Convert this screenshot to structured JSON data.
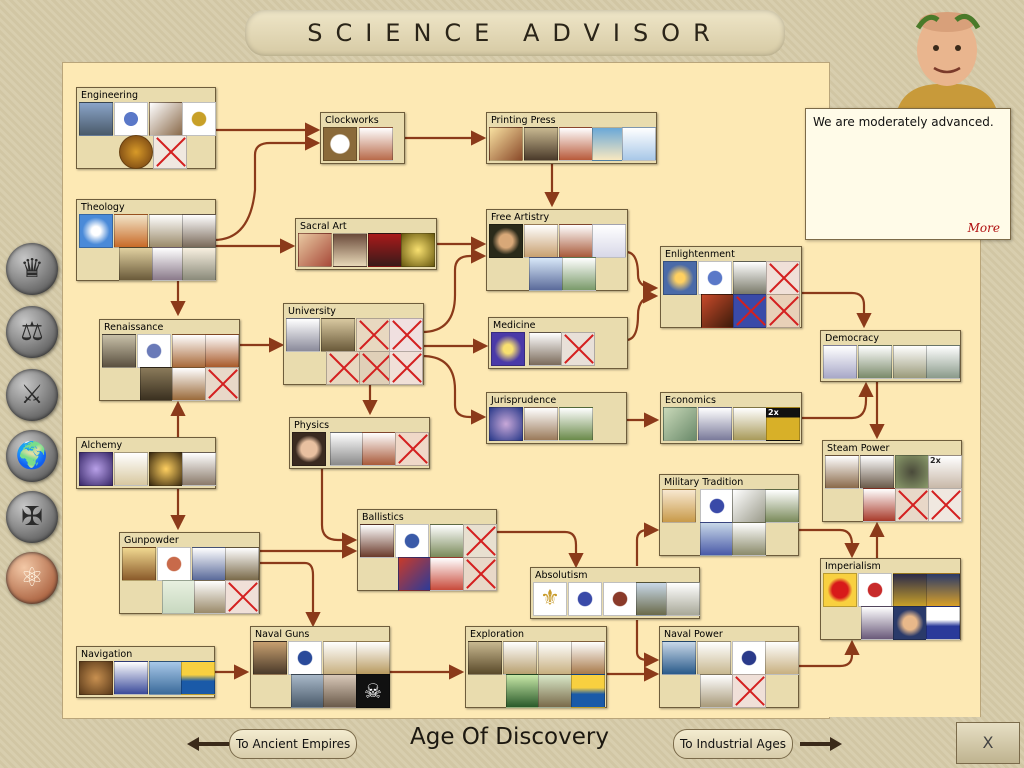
{
  "window": {
    "title": "SCIENCE ADVISOR",
    "era_label": "Age Of Discovery",
    "prev_era_button": "To Ancient Empires",
    "next_era_button": "To Industrial Ages",
    "close_label": "X"
  },
  "advisor": {
    "message": "We are moderately advanced.",
    "more_label": "More"
  },
  "advisor_tabs": [
    {
      "icon": "crown-icon",
      "glyph": "♛"
    },
    {
      "icon": "scales-icon",
      "glyph": "⚖"
    },
    {
      "icon": "crossed-swords-icon",
      "glyph": "⚔"
    },
    {
      "icon": "globe-icon",
      "glyph": "🌍"
    },
    {
      "icon": "celtic-cross-icon",
      "glyph": "✠"
    },
    {
      "icon": "atom-icon",
      "glyph": "⚛"
    }
  ],
  "techs": {
    "engineering": "Engineering",
    "theology": "Theology",
    "renaissance": "Renaissance",
    "alchemy": "Alchemy",
    "gunpowder": "Gunpowder",
    "navigation": "Navigation",
    "clockworks": "Clockworks",
    "sacral_art": "Sacral Art",
    "university": "University",
    "physics": "Physics",
    "ballistics": "Ballistics",
    "naval_guns": "Naval Guns",
    "printing_press": "Printing Press",
    "free_artistry": "Free Artistry",
    "medicine": "Medicine",
    "jurisprudence": "Jurisprudence",
    "absolutism": "Absolutism",
    "exploration": "Exploration",
    "enlightenment": "Enlightenment",
    "economics": "Economics",
    "military_tradition": "Military Tradition",
    "naval_power": "Naval Power",
    "democracy": "Democracy",
    "steam_power": "Steam Power",
    "imperialism": "Imperialism"
  },
  "badges": {
    "economics_2x": "2x",
    "steam_2x": "2x"
  },
  "colors": {
    "arrow": "#8b3a1a",
    "board": "#fde9b4",
    "tech_card": "#e9dcae",
    "crossed_out": "#d42020",
    "more_link": "#b01010"
  }
}
